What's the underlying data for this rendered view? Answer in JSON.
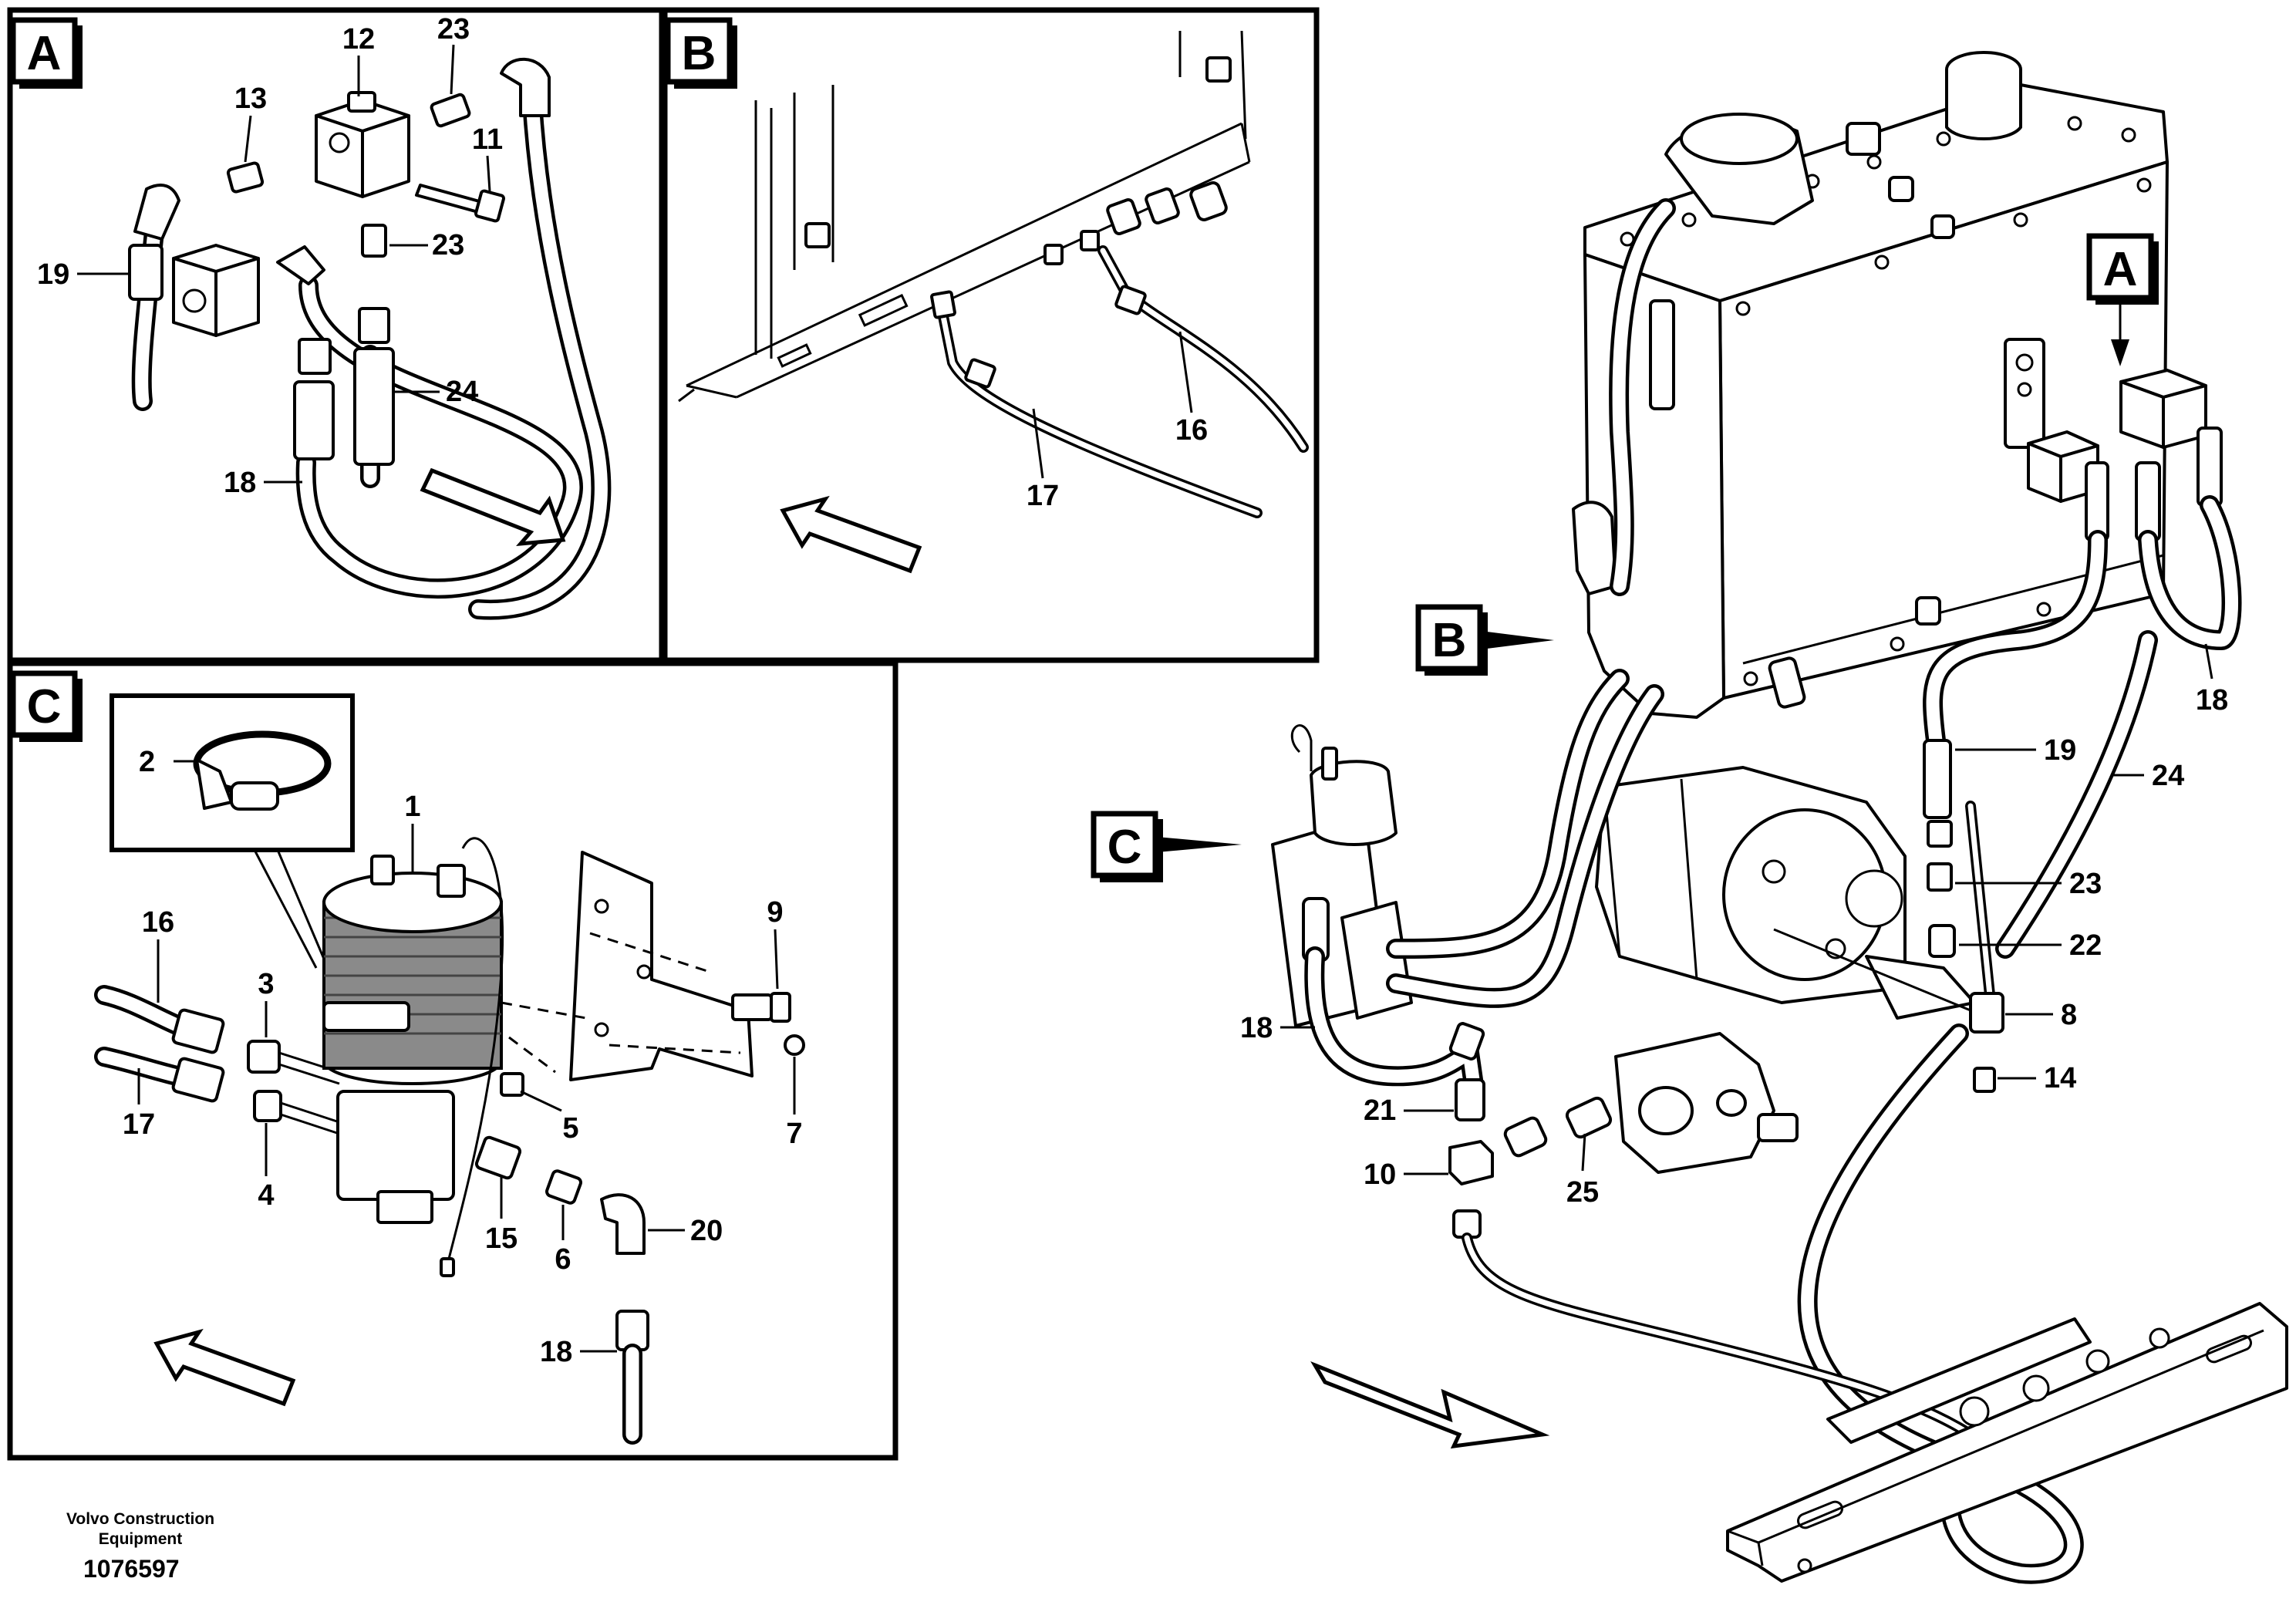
{
  "views": {
    "a": {
      "tag": "A"
    },
    "b": {
      "tag": "B"
    },
    "c": {
      "tag": "C"
    }
  },
  "callouts": {
    "a_12": "12",
    "a_23_top": "23",
    "a_13": "13",
    "a_11": "11",
    "a_23_mid": "23",
    "a_19": "19",
    "a_24": "24",
    "a_18": "18",
    "b_16": "16",
    "b_17": "17",
    "c_2": "2",
    "c_1": "1",
    "c_16": "16",
    "c_3": "3",
    "c_9": "9",
    "c_17": "17",
    "c_4": "4",
    "c_5": "5",
    "c_7": "7",
    "c_15": "15",
    "c_6": "6",
    "c_20": "20",
    "c_18": "18",
    "m_a": "A",
    "m_b": "B",
    "m_c": "C",
    "m_18_right": "18",
    "m_19": "19",
    "m_24": "24",
    "m_23": "23",
    "m_22": "22",
    "m_8": "8",
    "m_14": "14",
    "m_18_left": "18",
    "m_21": "21",
    "m_10": "10",
    "m_25": "25"
  },
  "footer": {
    "company_line1": "Volvo Construction",
    "company_line2": "Equipment",
    "doc_number": "1076597"
  }
}
